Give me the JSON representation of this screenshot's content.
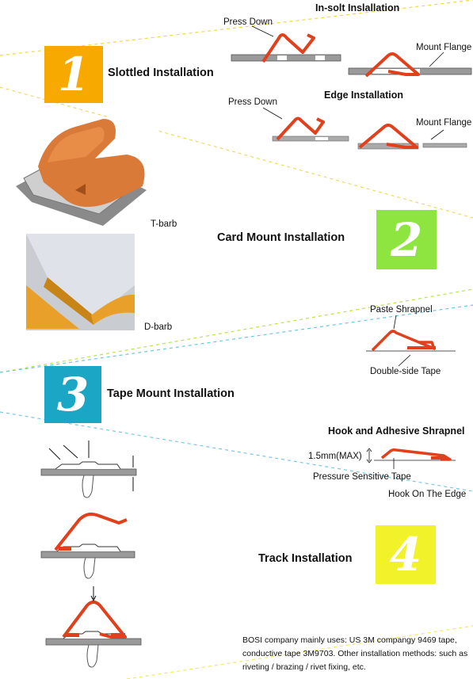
{
  "sections": [
    {
      "number": "1",
      "title": "Slottled Installation",
      "color": "#f7a900"
    },
    {
      "number": "2",
      "title": "Card Mount Installation",
      "color": "#8ee53f"
    },
    {
      "number": "3",
      "title": "Tape Mount Installation",
      "color": "#1aa6c4"
    },
    {
      "number": "4",
      "title": "Track Installation",
      "color": "#f2f22a"
    }
  ],
  "slotted": {
    "insolt_title": "In-solt Inslallation",
    "press_down_1": "Press Down",
    "mount_flange_1": "Mount Flange",
    "edge_title": "Edge Installation",
    "press_down_2": "Press Down",
    "mount_flange_2": "Mount Flange"
  },
  "card": {
    "t_barb": "T-barb",
    "d_barb": "D-barb"
  },
  "tape": {
    "paste_shrapnel": "Paste Shrapnel",
    "double_side_tape": "Double-side Tape",
    "hook_adhesive_title": "Hook and Adhesive Shrapnel",
    "max_height": "1.5mm(MAX)",
    "pressure_tape": "Pressure Sensitive Tape",
    "hook_edge": "Hook On The Edge"
  },
  "note": "BOSI company mainly uses: US 3M compangy 9469 tape, conductive tape 3M9703. Other installation methods: such as riveting / brazing / rivet fixing, etc.",
  "colors": {
    "clip": "#e0401c",
    "flange": "#9a9a9a",
    "dash": "#e9d24a"
  }
}
